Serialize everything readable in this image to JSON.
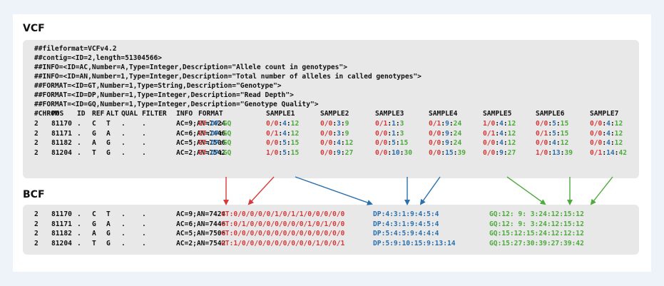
{
  "vcf": {
    "title": "VCF",
    "header_lines": [
      "##fileformat=VCFv4.2",
      "##contig=<ID=2,length=51304566>",
      "##INFO=<ID=AC,Number=A,Type=Integer,Description=\"Allele count in genotypes\">",
      "##INFO=<ID=AN,Number=1,Type=Integer,Description=\"Total number of alleles in called genotypes\">",
      "##FORMAT=<ID=GT,Number=1,Type=String,Description=\"Genotype\">",
      "##FORMAT=<ID=DP,Number=1,Type=Integer,Description=\"Read Depth\">",
      "##FORMAT=<ID=GQ,Number=1,Type=Integer,Description=\"Genotype Quality\">"
    ],
    "columns": [
      "#CHROM",
      "POS",
      "ID",
      "REF",
      "ALT",
      "QUAL",
      "FILTER",
      "INFO",
      "FORMAT",
      "SAMPLE1",
      "SAMPLE2",
      "SAMPLE3",
      "SAMPLE4",
      "SAMPLE5",
      "SAMPLE6",
      "SAMPLE7"
    ],
    "rows": [
      {
        "chrom": "2",
        "pos": "81170",
        "id": ".",
        "ref": "C",
        "alt": "T",
        "qual": ".",
        "filter": ".",
        "info": "AC=9;AN=7424",
        "samples": [
          [
            "0/0",
            "4",
            "12"
          ],
          [
            "0/0",
            "3",
            "9"
          ],
          [
            "0/1",
            "1",
            "3"
          ],
          [
            "0/1",
            "9",
            "24"
          ],
          [
            "1/0",
            "4",
            "12"
          ],
          [
            "0/0",
            "5",
            "15"
          ],
          [
            "0/0",
            "4",
            "12"
          ]
        ]
      },
      {
        "chrom": "2",
        "pos": "81171",
        "id": ".",
        "ref": "G",
        "alt": "A",
        "qual": ".",
        "filter": ".",
        "info": "AC=6;AN=7446",
        "samples": [
          [
            "0/1",
            "4",
            "12"
          ],
          [
            "0/0",
            "3",
            "9"
          ],
          [
            "0/0",
            "1",
            "3"
          ],
          [
            "0/0",
            "9",
            "24"
          ],
          [
            "0/1",
            "4",
            "12"
          ],
          [
            "0/1",
            "5",
            "15"
          ],
          [
            "0/0",
            "4",
            "12"
          ]
        ]
      },
      {
        "chrom": "2",
        "pos": "81182",
        "id": ".",
        "ref": "A",
        "alt": "G",
        "qual": ".",
        "filter": ".",
        "info": "AC=5;AN=7506",
        "samples": [
          [
            "0/0",
            "5",
            "15"
          ],
          [
            "0/0",
            "4",
            "12"
          ],
          [
            "0/0",
            "5",
            "15"
          ],
          [
            "0/0",
            "9",
            "24"
          ],
          [
            "0/0",
            "4",
            "12"
          ],
          [
            "0/0",
            "4",
            "12"
          ],
          [
            "0/0",
            "4",
            "12"
          ]
        ]
      },
      {
        "chrom": "2",
        "pos": "81204",
        "id": ".",
        "ref": "T",
        "alt": "G",
        "qual": ".",
        "filter": ".",
        "info": "AC=2;AN=7542",
        "samples": [
          [
            "1/0",
            "5",
            "15"
          ],
          [
            "0/0",
            "9",
            "27"
          ],
          [
            "0/0",
            "10",
            "30"
          ],
          [
            "0/0",
            "15",
            "39"
          ],
          [
            "0/0",
            "9",
            "27"
          ],
          [
            "1/0",
            "13",
            "39"
          ],
          [
            "0/1",
            "14",
            "42"
          ]
        ]
      }
    ],
    "format_keys": [
      "GT",
      "DP",
      "GQ"
    ]
  },
  "bcf": {
    "title": "BCF",
    "rows": [
      {
        "chrom": "2",
        "pos": "81170",
        "id": ".",
        "ref": "C",
        "alt": "T",
        "qual": ".",
        "filter": ".",
        "info": "AC=9;AN=7424",
        "gt": "0/0/0/0/0/1/0/1/1/0/0/0/0/0",
        "dp": "4:3:1:9:4:5:4",
        "gq": "12: 9: 3:24:12:15:12"
      },
      {
        "chrom": "2",
        "pos": "81171",
        "id": ".",
        "ref": "G",
        "alt": "A",
        "qual": ".",
        "filter": ".",
        "info": "AC=6;AN=7446",
        "gt": "0/1/0/0/0/0/0/0/0/1/0/1/0/0",
        "dp": "4:3:1:9:4:5:4",
        "gq": "12: 9: 3:24:12:15:12"
      },
      {
        "chrom": "2",
        "pos": "81182",
        "id": ".",
        "ref": "A",
        "alt": "G",
        "qual": ".",
        "filter": ".",
        "info": "AC=5;AN=7506",
        "gt": "0/0/0/0/0/0/0/0/0/0/0/0/0/0",
        "dp": "5:4:5:9:4:4:4",
        "gq": "15:12:15:24:12:12:12"
      },
      {
        "chrom": "2",
        "pos": "81204",
        "id": ".",
        "ref": "T",
        "alt": "G",
        "qual": ".",
        "filter": ".",
        "info": "AC=2;AN=7542",
        "gt": "1/0/0/0/0/0/0/0/0/0/1/0/0/1",
        "dp": "5:9:10:15:9:13:14",
        "gq": "15:27:30:39:27:39:42"
      }
    ],
    "labels": {
      "gt": "GT",
      "dp": "DP",
      "gq": "GQ"
    }
  },
  "colors": {
    "gt": "#d63a3a",
    "dp": "#2a6fae",
    "gq": "#4daa3c"
  }
}
